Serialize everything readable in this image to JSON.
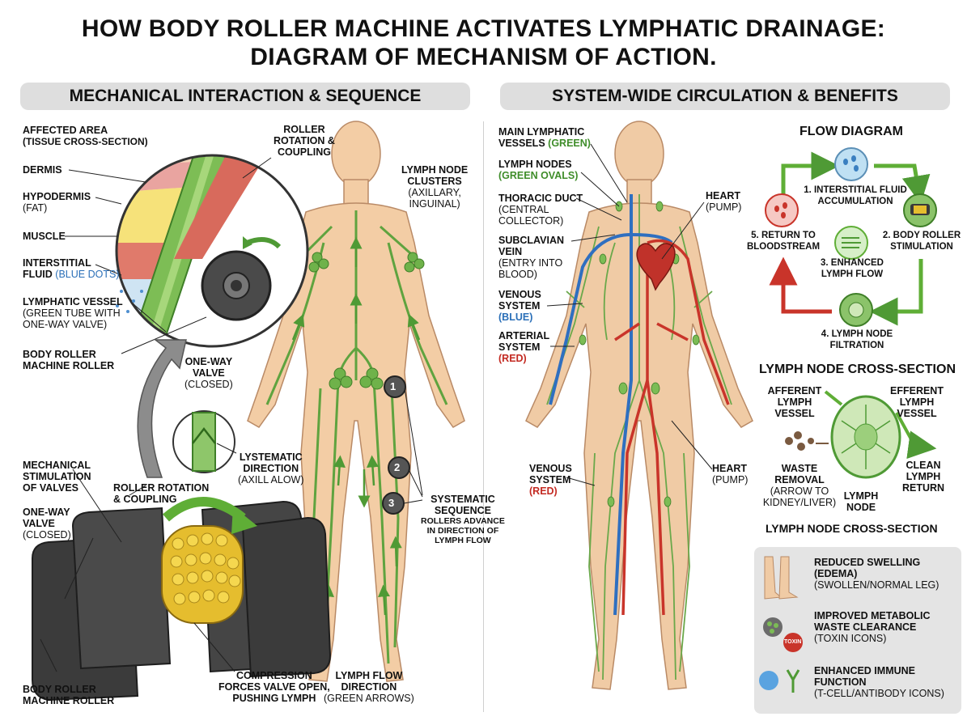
{
  "title_line1": "HOW BODY ROLLER MACHINE ACTIVATES LYMPHATIC DRAINAGE:",
  "title_line2": "DIAGRAM OF MECHANISM OF ACTION.",
  "left_section": "MECHANICAL INTERACTION & SEQUENCE",
  "right_section": "SYSTEM-WIDE CIRCULATION & BENEFITS",
  "left": {
    "affected_area": "AFFECTED AREA",
    "affected_area_sub": "(TISSUE CROSS-SECTION)",
    "dermis": "DERMIS",
    "hypodermis": "HYPODERMIS",
    "hypodermis_sub": "(FAT)",
    "muscle": "MUSCLE",
    "interstitial": "INTERSTITIAL",
    "fluid": "FLUID",
    "blue_dots": "(BLUE DOTS)",
    "lymph_vessel": "LYMPHATIC VESSEL",
    "lymph_vessel_sub1": "(GREEN TUBE WITH",
    "lymph_vessel_sub2": "ONE-WAY VALVE)",
    "roller1": "BODY ROLLER",
    "roller2": "MACHINE ROLLER",
    "roller_rot1": "ROLLER",
    "roller_rot2": "ROTATION &",
    "roller_rot3": "COUPLING",
    "valve1": "ONE-WAY",
    "valve2": "VALVE",
    "valve_sub": "(CLOSED)",
    "lys1": "LYSTEMATIC",
    "lys2": "DIRECTION",
    "lys_sub": "(AXILL ALOW)",
    "mech1": "MECHANICAL",
    "mech2": "STIMULATION",
    "mech3": "OF VALVES",
    "rrc1": "ROLLER ROTATION",
    "rrc2": "& COUPLING",
    "ow1": "ONE-WAY",
    "ow2": "VALVE",
    "ow_sub": "(CLOSED)",
    "bot_roller1": "BODY ROLLER",
    "bot_roller2": "MACHINE ROLLER",
    "comp1": "COMPRESSION",
    "comp2": "FORCES VALVE OPEN,",
    "comp3": "PUSHING LYMPH",
    "clusters1": "LYMPH NODE",
    "clusters2": "CLUSTERS",
    "clusters_sub1": "(AXILLARY,",
    "clusters_sub2": "INGUINAL)",
    "seq1": "SYSTEMATIC",
    "seq2": "SEQUENCE",
    "seq_sub1": "ROLLERS ADVANCE",
    "seq_sub2": "IN DIRECTION OF",
    "seq_sub3": "LYMPH FLOW",
    "flow1": "LYMPH FLOW",
    "flow2": "DIRECTION",
    "flow_sub": "(GREEN ARROWS)",
    "step1": "1",
    "step2": "2",
    "step3": "3"
  },
  "right": {
    "main_vessels1": "MAIN LYMPHATIC",
    "main_vessels2": "VESSELS",
    "green": "(GREEN)",
    "lymph_nodes": "LYMPH NODES",
    "green_ovals": "(GREEN OVALS)",
    "thoracic": "THORACIC DUCT",
    "thoracic_sub1": "(CENTRAL",
    "thoracic_sub2": "COLLECTOR)",
    "subclavian1": "SUBCLAVIAN",
    "subclavian2": "VEIN",
    "subclavian_sub1": "(ENTRY INTO",
    "subclavian_sub2": "BLOOD)",
    "venous1": "VENOUS",
    "venous2": "SYSTEM",
    "blue": "(BLUE)",
    "arterial1": "ARTERIAL",
    "arterial2": "SYSTEM",
    "red": "(RED)",
    "venous_b1": "VENOUS",
    "venous_b2": "SYSTEM",
    "red_b": "(RED)",
    "heart": "HEART",
    "pump": "(PUMP)",
    "heart_b": "HEART",
    "pump_b": "(PUMP)"
  },
  "flow": {
    "title": "FLOW DIAGRAM",
    "s1a": "1. INTERSTITIAL FLUID",
    "s1b": "ACCUMULATION",
    "s2a": "2. BODY ROLLER",
    "s2b": "STIMULATION",
    "s3a": "3. ENHANCED",
    "s3b": "LYMPH FLOW",
    "s4a": "4. LYMPH NODE",
    "s4b": "FILTRATION",
    "s5a": "5. RETURN TO",
    "s5b": "BLOODSTREAM"
  },
  "node": {
    "title": "LYMPH NODE CROSS-SECTION",
    "afferent1": "AFFERENT",
    "afferent2": "LYMPH",
    "afferent3": "VESSEL",
    "efferent1": "EFFERENT",
    "efferent2": "LYMPH",
    "efferent3": "VESSEL",
    "waste1": "WASTE",
    "waste2": "REMOVAL",
    "waste_sub1": "(ARROW TO",
    "waste_sub2": "KIDNEY/LIVER)",
    "node1": "LYMPH",
    "node2": "NODE",
    "clean1": "CLEAN",
    "clean2": "LYMPH",
    "clean3": "RETURN",
    "title2": "LYMPH NODE CROSS-SECTION"
  },
  "benefits": {
    "b1a": "REDUCED SWELLING",
    "b1b": "(EDEMA)",
    "b1c": "(SWOLLEN/NORMAL LEG)",
    "b2a": "IMPROVED METABOLIC",
    "b2b": "WASTE CLEARANCE",
    "b2c": "(TOXIN ICONS)",
    "toxin": "TOXIN",
    "b3a": "ENHANCED IMMUNE",
    "b3b": "FUNCTION",
    "b3c": "(T-CELL/ANTIBODY ICONS)"
  },
  "colors": {
    "lymph_green": "#5fa33f",
    "vein_blue": "#2f6fc0",
    "artery_red": "#c9342a",
    "skin": "#f2c9a0",
    "roller_dark": "#3a3a3a",
    "section_grey": "#dedede"
  }
}
